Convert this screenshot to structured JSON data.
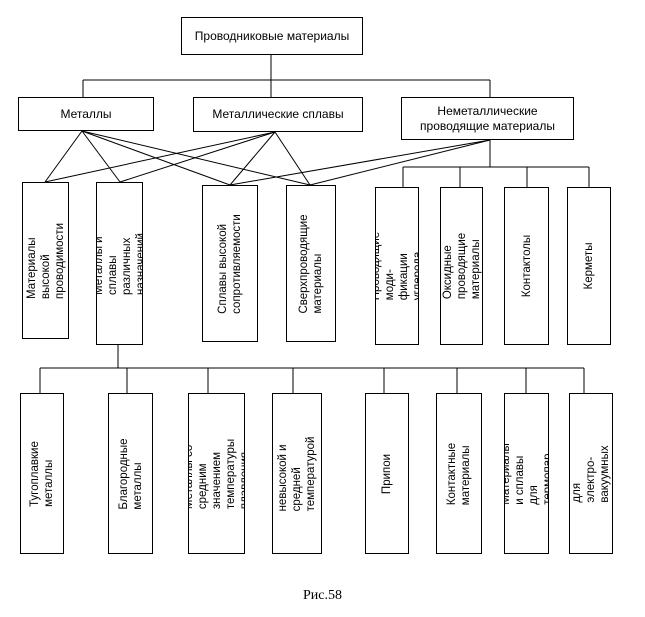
{
  "root": "Проводниковые материалы",
  "groups": {
    "metals": "Металлы",
    "alloys": "Металлические сплавы",
    "nonmetallic": "Неметаллические\nпроводящие материалы"
  },
  "level2": [
    "Материалы\nвысокой проводимости",
    "Металлы и сплавы\nразличных назначений",
    "Сплавы высокой\nсопротивляемости",
    "Сверхпроводящие\nматериалы",
    "Проводящие моди-\nфикации углерода",
    "Оксидные проводящие\nматериалы",
    "Контактолы",
    "Керметы"
  ],
  "level3": [
    "Тугоплавкие\nметаллы",
    "Благородные\nметаллы",
    "Металлы со средним\nзначением температуры\nплавления",
    "Металлы с невысокой и\nсредней температурой\nплавления",
    "Припои",
    "Контактные\nматериалы",
    "Материалы и сплавы\nдля термопар",
    "Сплавы для электро-\nвакуумных приборов"
  ],
  "caption": "Рис.58"
}
